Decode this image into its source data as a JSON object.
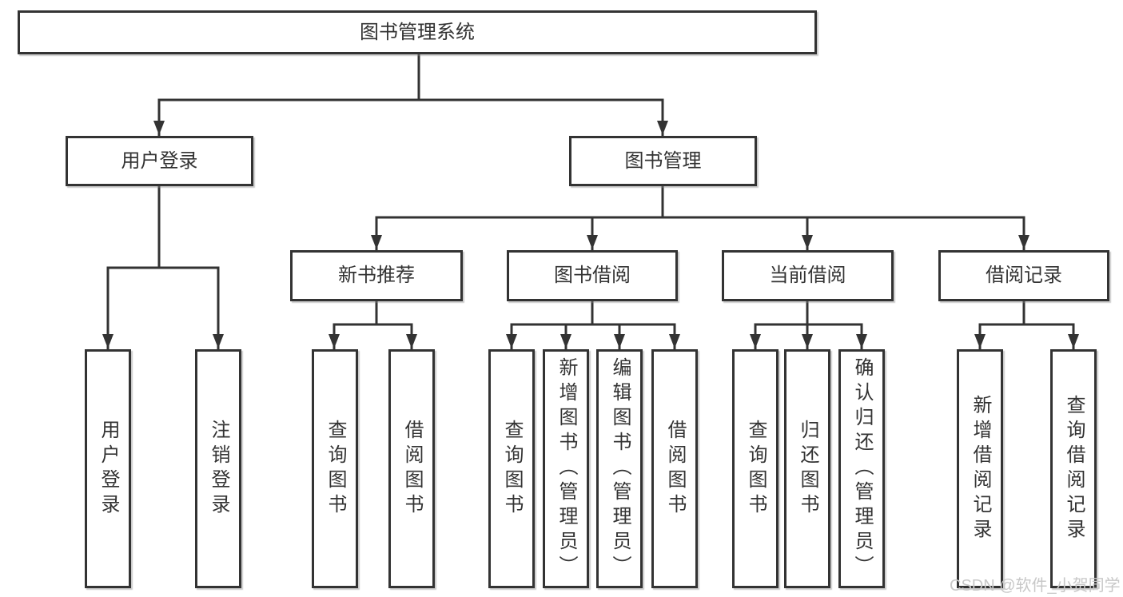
{
  "tree": {
    "label": "图书管理系统",
    "children": [
      {
        "label": "用户登录",
        "children": [
          {
            "label": "用户登录"
          },
          {
            "label": "注销登录"
          }
        ]
      },
      {
        "label": "图书管理",
        "children": [
          {
            "label": "新书推荐",
            "children": [
              {
                "label": "查询图书"
              },
              {
                "label": "借阅图书"
              }
            ]
          },
          {
            "label": "图书借阅",
            "children": [
              {
                "label": "查询图书"
              },
              {
                "label": "新增图书（管理员）"
              },
              {
                "label": "编辑图书（管理员）"
              },
              {
                "label": "借阅图书"
              }
            ]
          },
          {
            "label": "当前借阅",
            "children": [
              {
                "label": "查询图书"
              },
              {
                "label": "归还图书"
              },
              {
                "label": "确认归还（管理员）"
              }
            ]
          },
          {
            "label": "借阅记录",
            "children": [
              {
                "label": "新增借阅记录"
              },
              {
                "label": "查询借阅记录"
              }
            ]
          }
        ]
      }
    ]
  },
  "watermark": {
    "text": "CSDN @软件_小贺同学"
  },
  "colors": {
    "line": "#333333",
    "text": "#333333",
    "background": "#ffffff",
    "watermark": "#c8c8c8"
  }
}
